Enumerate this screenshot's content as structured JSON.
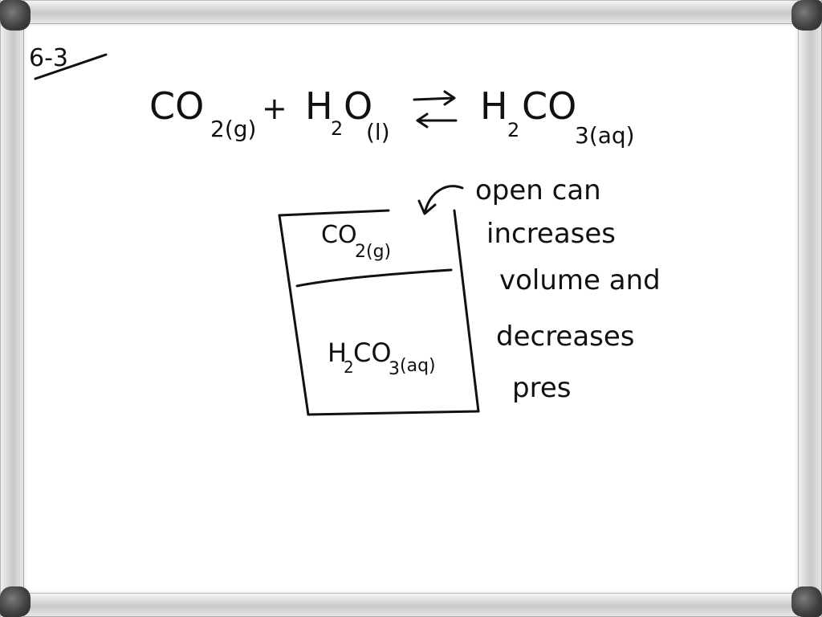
{
  "label": "6-3",
  "equation": {
    "reactant1": "CO",
    "reactant1_sub": "2(g)",
    "plus": "+",
    "reactant2": "H",
    "reactant2_sub1": "2",
    "reactant2_o": "O",
    "reactant2_sub2": "(l)",
    "product": "H",
    "product_sub1": "2",
    "product_co": "CO",
    "product_sub2": "3(aq)"
  },
  "container": {
    "gas_label": "CO",
    "gas_sub": "2(g)",
    "liquid_label_h": "H",
    "liquid_sub1": "2",
    "liquid_label_co": "CO",
    "liquid_sub2": "3",
    "liquid_sub3": "(aq)"
  },
  "note": {
    "line1": "open can",
    "line2": "increases",
    "line3": "volume and",
    "line4": "decreases",
    "line5": "pres"
  }
}
